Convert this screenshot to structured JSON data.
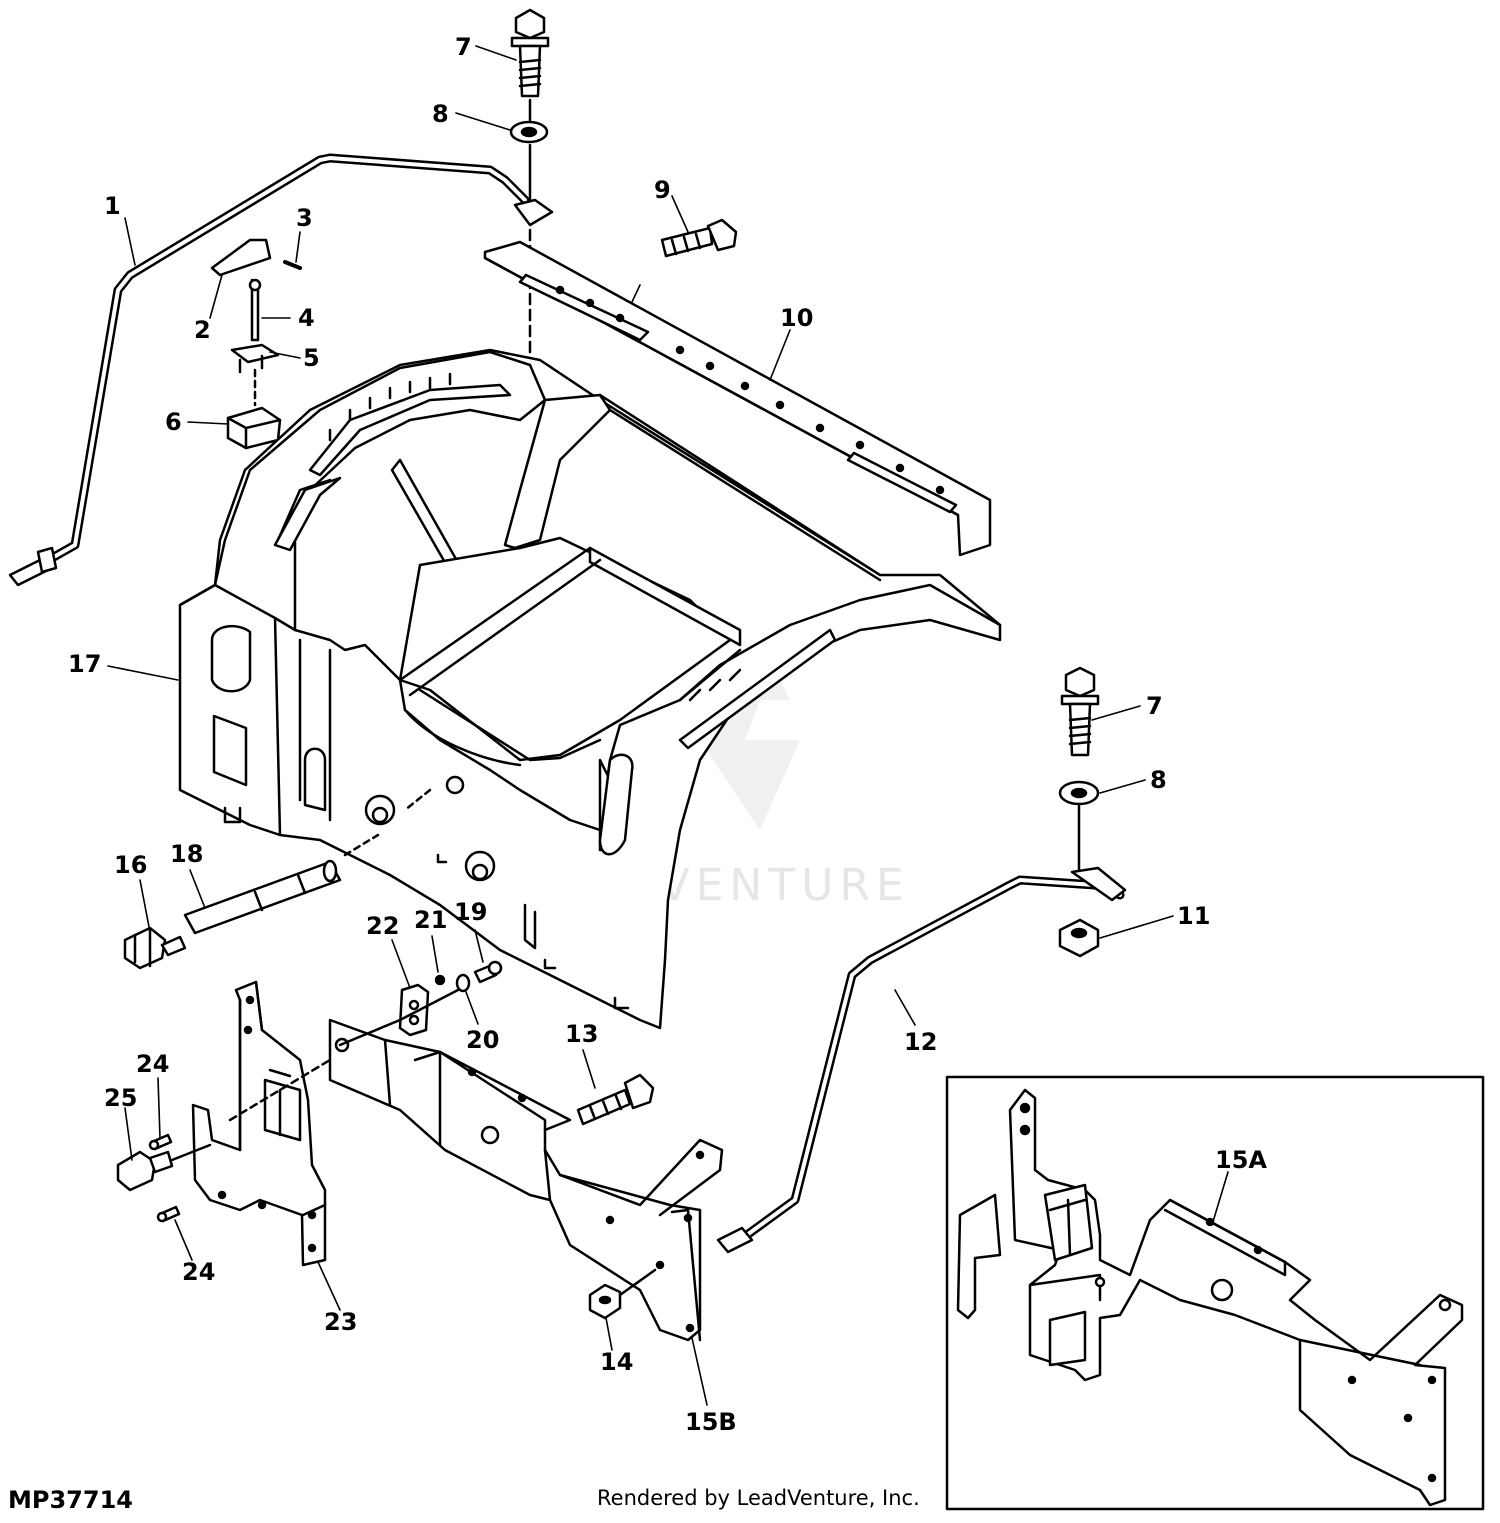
{
  "diagram": {
    "drawing_id": "MP37714",
    "credit": "Rendered by LeadVenture, Inc.",
    "watermark_text": "LEADVENTURE",
    "inset_label": "15A",
    "callouts": [
      "1",
      "2",
      "3",
      "4",
      "5",
      "6",
      "7",
      "8",
      "9",
      "10",
      "17",
      "7",
      "8",
      "11",
      "12",
      "18",
      "16",
      "22",
      "21",
      "19",
      "20",
      "13",
      "24",
      "25",
      "24",
      "23",
      "14",
      "15B"
    ]
  },
  "colors": {
    "line": "#000000",
    "background": "#ffffff",
    "watermark": "#e6e6e6"
  }
}
